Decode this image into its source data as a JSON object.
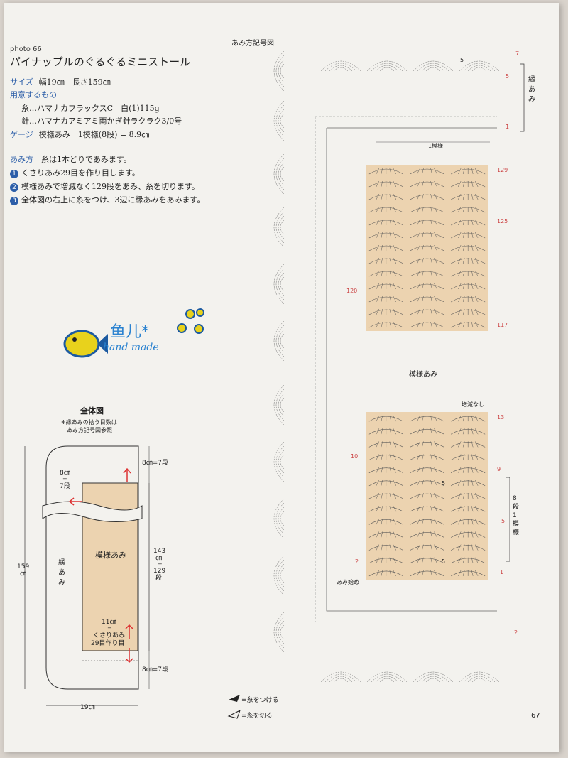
{
  "header": {
    "photo_label": "photo 66",
    "title": "パイナップルのぐるぐるミニストール"
  },
  "specs": [
    {
      "key": "サイズ",
      "value": "幅19㎝　長さ159㎝"
    },
    {
      "key": "用意するもの",
      "value": ""
    },
    {
      "key": "",
      "value": "糸…ハマナカフラックスC　白(1)115g"
    },
    {
      "key": "",
      "value": "針…ハマナカアミアミ両かぎ針ラクラク3/0号"
    },
    {
      "key": "ゲージ",
      "value": "模様あみ　1模様(8段) = 8.9㎝"
    }
  ],
  "method": {
    "label": "あみ方",
    "intro": "糸は1本どりであみます。",
    "steps": [
      {
        "num": "1",
        "text": "くさりあみ29目を作り目します。"
      },
      {
        "num": "2",
        "text": "模様あみで増減なく129段をあみ、糸を切ります。"
      },
      {
        "num": "3",
        "text": "全体図の右上に糸をつけ、3辺に縁あみをあみます。"
      }
    ]
  },
  "watermark": {
    "text_cn": "鱼儿*",
    "text_en": "hand made"
  },
  "overview": {
    "title": "全体図",
    "note1": "※縁あみの拾う目数は",
    "note2": "あみ方記号図参照",
    "top_border": "8㎝=7段",
    "bottom_border": "8㎝=7段",
    "left_border_a": "8㎝",
    "left_border_b": "=",
    "left_border_c": "7段",
    "total_length_a": "159",
    "total_length_b": "㎝",
    "body_label": "模様あみ",
    "edge_label_a": "縁",
    "edge_label_b": "あ",
    "edge_label_c": "み",
    "body_length_a": "143",
    "body_length_b": "㎝",
    "body_length_c": "=",
    "body_length_d": "129",
    "body_length_e": "段",
    "body_width_a": "11㎝",
    "body_width_b": "=",
    "body_width_c": "くさりあみ",
    "body_width_d": "29目作り目",
    "total_width": "19㎝"
  },
  "chart": {
    "title": "あみ方記号図",
    "repeat_label": "1模様",
    "pattern_label": "模様あみ",
    "no_change": "増減なし",
    "start_label": "あみ始め",
    "edge_a": "縁",
    "edge_b": "あ",
    "edge_c": "み",
    "rep_a": "8",
    "rep_b": "段",
    "rep_c": "1",
    "rep_d": "模",
    "rep_e": "様",
    "rows_upper": [
      "129",
      "125",
      "120",
      "117"
    ],
    "rows_lower": [
      "13",
      "10",
      "9",
      "5",
      "2",
      "1"
    ],
    "edge_rows": [
      "7",
      "5",
      "1",
      "2"
    ],
    "inner_5": "5"
  },
  "legend": {
    "attach": "=糸をつける",
    "cut": "=糸を切る"
  },
  "page_number": "67",
  "colors": {
    "body_fill": "#ecd3b0",
    "accent_blue": "#2c5ea8",
    "row_red": "#c44444"
  }
}
